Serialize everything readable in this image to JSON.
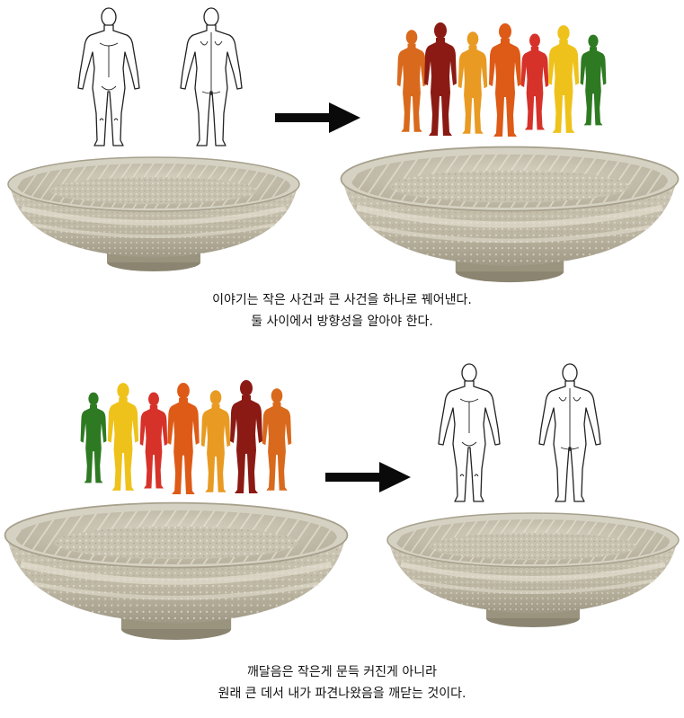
{
  "colors": {
    "silhouettes": [
      "#d9691c",
      "#8b1a14",
      "#e89a22",
      "#de5a17",
      "#d6322a",
      "#eec21a",
      "#2e7a22"
    ],
    "silhouettes_reversed": [
      "#2e7a22",
      "#eec21a",
      "#d6322a",
      "#de5a17",
      "#e89a22",
      "#8b1a14",
      "#d9691c"
    ],
    "arrow": "#0a0a0a",
    "bowl_glaze": "#c9c4b2"
  },
  "icons": {
    "human_outline": "human-figure-outline",
    "crowd": "colored-people-silhouettes",
    "arrow": "right-arrow",
    "bowl": "ceramic-bowl"
  },
  "captions": {
    "top_line1": "이야기는 작은 사건과 큰 사건을 하나로 꿰어낸다.",
    "top_line2": "둘 사이에서 방향성을 알아야 한다.",
    "bottom_line1": "깨달음은 작은게 문득 커진게 아니라",
    "bottom_line2": "원래 큰 데서 내가 파견나왔음을 깨닫는 것이다."
  }
}
